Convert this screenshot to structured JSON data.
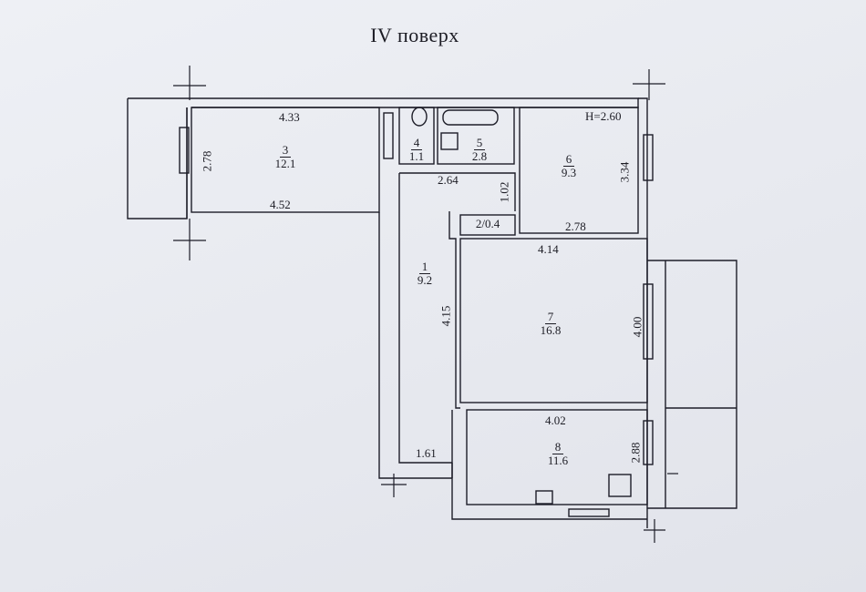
{
  "title": "IV поверх",
  "height_note": "H=2.60",
  "rooms": [
    {
      "id": "1",
      "area": "9.2"
    },
    {
      "id": "2",
      "area": "0.4"
    },
    {
      "id": "3",
      "area": "12.1"
    },
    {
      "id": "4",
      "area": "1.1"
    },
    {
      "id": "5",
      "area": "2.8"
    },
    {
      "id": "6",
      "area": "9.3"
    },
    {
      "id": "7",
      "area": "16.8"
    },
    {
      "id": "8",
      "area": "11.6"
    }
  ],
  "dimensions": {
    "room3_top": "4.33",
    "room3_bottom": "4.52",
    "room3_side": "2.78",
    "hall_top": "2.64",
    "hall_side": "1.02",
    "room6_side": "3.34",
    "room6_bottom": "2.78",
    "room7_top": "4.14",
    "room7_left": "4.15",
    "room7_right": "4.00",
    "room8_top": "4.02",
    "room8_right": "2.88",
    "hall_bottom": "1.61"
  }
}
